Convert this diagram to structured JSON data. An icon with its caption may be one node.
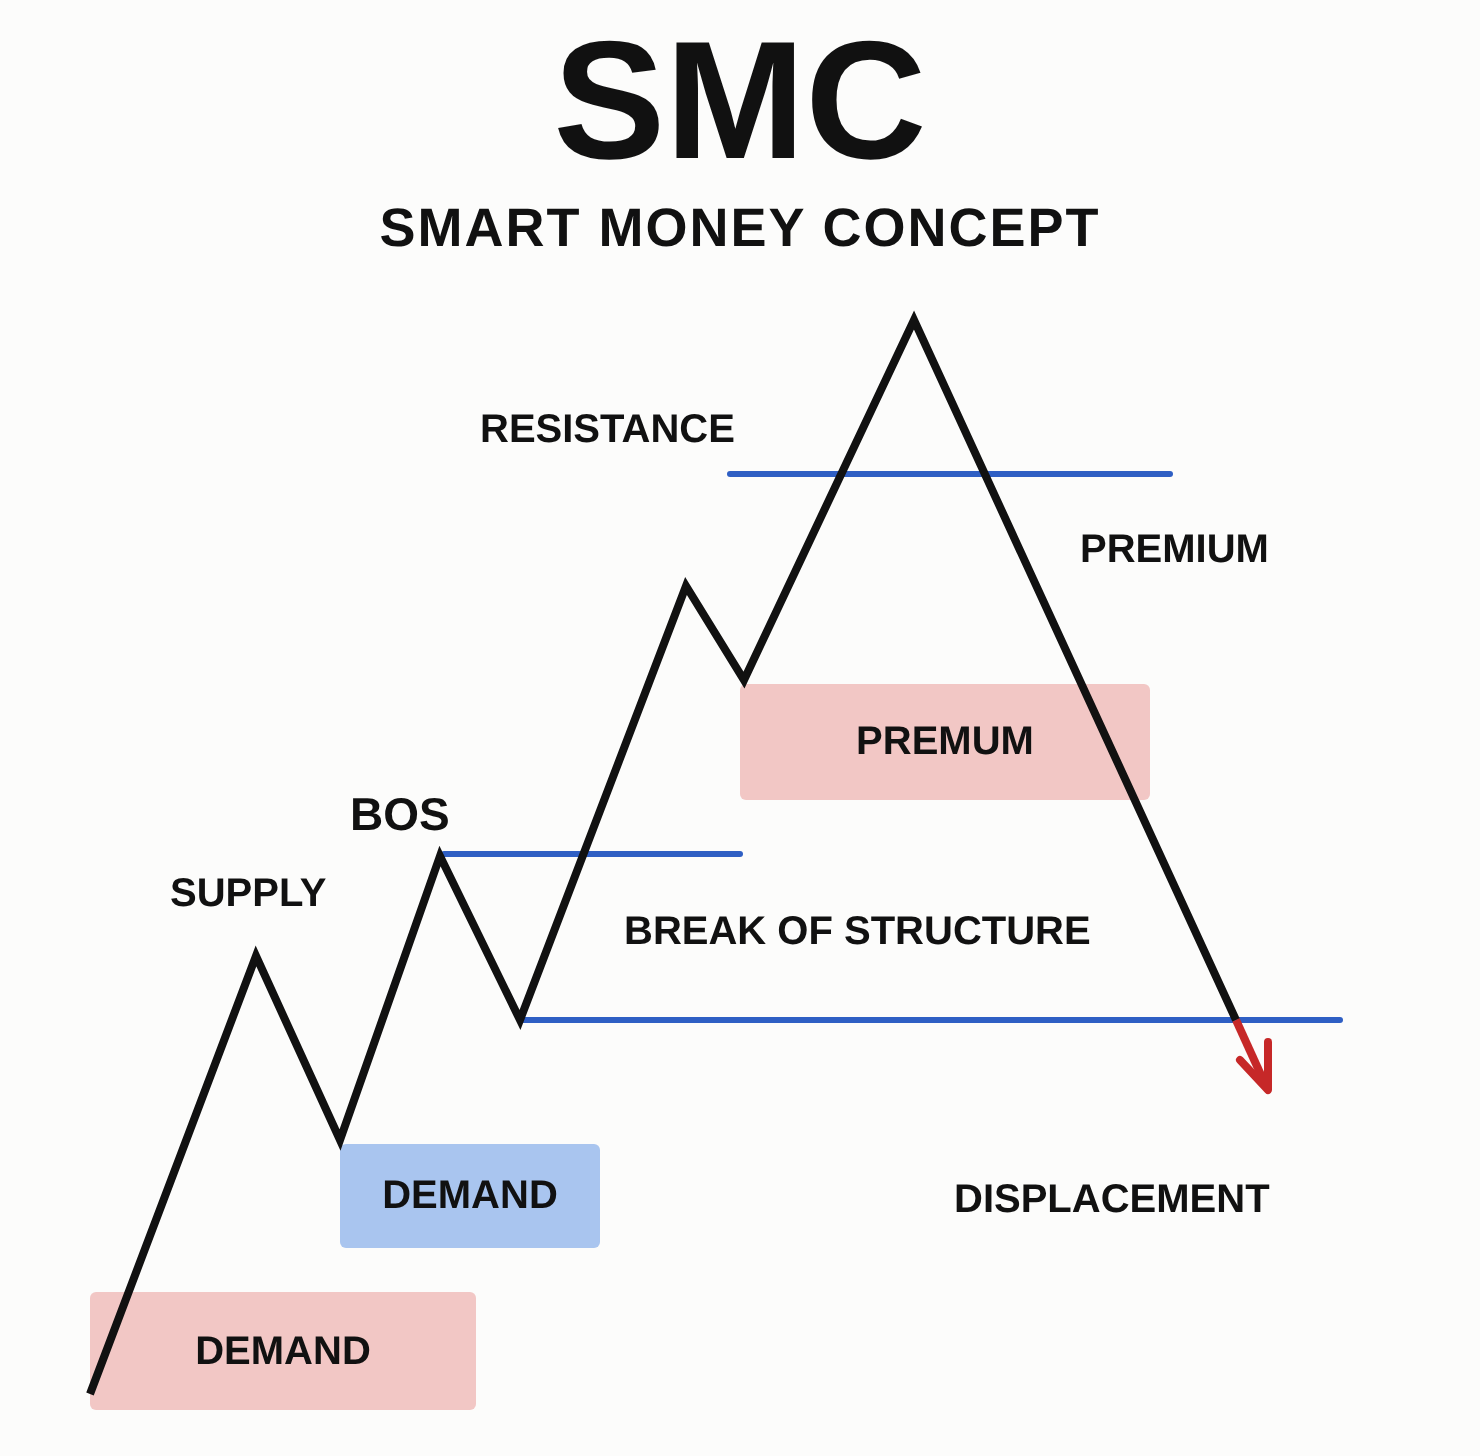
{
  "diagram": {
    "title": "SMC",
    "nodes": [
      {
        "text": [
          "PREMUM"
        ]
      },
      {
        "text": [
          "DEMAND"
        ]
      },
      {
        "text": [
          "DEMAND"
        ]
      }
    ],
    "labels": [
      "SMART MONEY CONCEPT",
      "RESISTANCE",
      "PREMIUM",
      "BOS",
      "SUPPLY",
      "BREAK OF STRUCTURE",
      "DISPLACEMENT"
    ]
  }
}
